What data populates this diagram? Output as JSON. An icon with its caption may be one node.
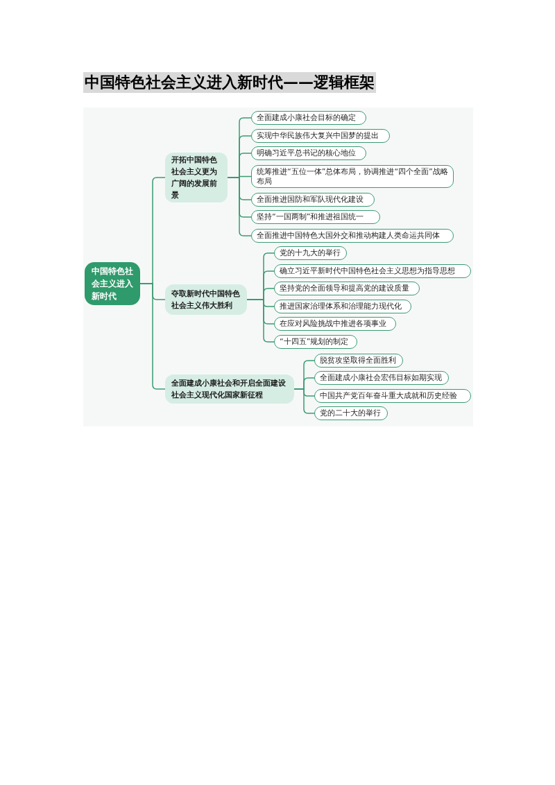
{
  "diagram": {
    "title": "中国特色社会主义进入新时代——逻辑框架",
    "nodes": [
      {
        "text": [
          "中国特色社会主义进入新时代"
        ]
      },
      {
        "text": [
          "开拓中国特色社会主义更为广阔的发展前景"
        ]
      },
      {
        "text": [
          "全面建成小康社会目标的确定"
        ]
      },
      {
        "text": [
          "实现中华民族伟大复兴中国梦的提出"
        ]
      },
      {
        "text": [
          "明确习近平总书记的核心地位"
        ]
      },
      {
        "text": [
          "统筹推进“五位一体”总体布局，协调推进“四个全面”战略布局"
        ]
      },
      {
        "text": [
          "全面推进国防和军队现代化建设"
        ]
      },
      {
        "text": [
          "坚持“一国两制”和推进祖国统一"
        ]
      },
      {
        "text": [
          "全面推进中国特色大国外交和推动构建人类命运共同体"
        ]
      },
      {
        "text": [
          "夺取新时代中国特色社会主义伟大胜利"
        ]
      },
      {
        "text": [
          "党的十九大的举行"
        ]
      },
      {
        "text": [
          "确立习近平新时代中国特色社会主义思想为指导思想"
        ]
      },
      {
        "text": [
          "坚持党的全面领导和提高党的建设质量"
        ]
      },
      {
        "text": [
          "推进国家治理体系和治理能力现代化"
        ]
      },
      {
        "text": [
          "在应对风险挑战中推进各项事业"
        ]
      },
      {
        "text": [
          "“十四五”规划的制定"
        ]
      },
      {
        "text": [
          "全面建成小康社会和开启全面建设社会主义现代化国家新征程"
        ]
      },
      {
        "text": [
          "脱贫攻坚取得全面胜利"
        ]
      },
      {
        "text": [
          "全面建成小康社会宏伟目标如期实现"
        ]
      },
      {
        "text": [
          "中国共产党百年奋斗重大成就和历史经验"
        ]
      },
      {
        "text": [
          "党的二十大的举行"
        ]
      }
    ],
    "edges": [
      {
        "from": 0,
        "to": 1,
        "arrow": "none"
      },
      {
        "from": 0,
        "to": 9,
        "arrow": "none"
      },
      {
        "from": 0,
        "to": 16,
        "arrow": "none"
      },
      {
        "from": 1,
        "to": 2,
        "arrow": "none"
      },
      {
        "from": 1,
        "to": 3,
        "arrow": "none"
      },
      {
        "from": 1,
        "to": 4,
        "arrow": "none"
      },
      {
        "from": 1,
        "to": 5,
        "arrow": "none"
      },
      {
        "from": 1,
        "to": 6,
        "arrow": "none"
      },
      {
        "from": 1,
        "to": 7,
        "arrow": "none"
      },
      {
        "from": 1,
        "to": 8,
        "arrow": "none"
      },
      {
        "from": 9,
        "to": 10,
        "arrow": "none"
      },
      {
        "from": 9,
        "to": 11,
        "arrow": "none"
      },
      {
        "from": 9,
        "to": 12,
        "arrow": "none"
      },
      {
        "from": 9,
        "to": 13,
        "arrow": "none"
      },
      {
        "from": 9,
        "to": 14,
        "arrow": "none"
      },
      {
        "from": 9,
        "to": 15,
        "arrow": "none"
      },
      {
        "from": 16,
        "to": 17,
        "arrow": "none"
      },
      {
        "from": 16,
        "to": 18,
        "arrow": "none"
      },
      {
        "from": 16,
        "to": 19,
        "arrow": "none"
      },
      {
        "from": 16,
        "to": 20,
        "arrow": "none"
      }
    ]
  }
}
